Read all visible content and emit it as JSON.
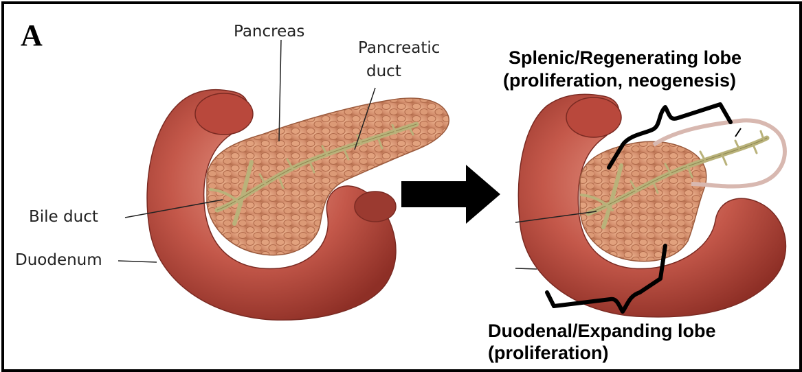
{
  "panel_letter": "A",
  "labels": {
    "pancreas": "Pancreas",
    "pancreatic_duct_line1": "Pancreatic",
    "pancreatic_duct_line2": "duct",
    "bile_duct": "Bile duct",
    "duodenum": "Duodenum"
  },
  "lobes": {
    "splenic_line1": "Splenic/Regenerating lobe",
    "splenic_line2": "(proliferation, neogenesis)",
    "duodenal_line1": "Duodenal/Expanding lobe",
    "duodenal_line2": "(proliferation)"
  },
  "colors": {
    "duodenum": "#c4584a",
    "pancreas": "#d79473",
    "duct": "#b9b27a",
    "outline": "#d8b8b0",
    "arrow": "#000000"
  }
}
